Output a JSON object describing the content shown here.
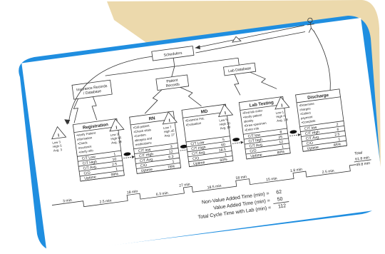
{
  "header": {
    "schedulers": "Schedulers",
    "insurance": "Insurance Records / Database",
    "patient": "Patient Records",
    "lab_db": "Lab Database"
  },
  "inventories": [
    {
      "low": "Low 3",
      "high": "High 5",
      "avg": "Avg. 3"
    },
    {
      "low": "Low 3",
      "high": "High 65",
      "avg": "Avg. 18"
    },
    {
      "low": "Low 7",
      "high": "High 45",
      "avg": "Avg. 27"
    },
    {
      "low": "Low 5",
      "high": "High 30",
      "avg": "Avg. 18"
    },
    {
      "low": "Low 1",
      "high": "High 4",
      "avg": "Avg. 1.8"
    }
  ],
  "processes": [
    {
      "title": "Registration",
      "tasks": [
        "•Verify Patient",
        "information",
        "•Check",
        "Insurance",
        "•Verify info"
      ],
      "metrics": [
        [
          "C/T Low",
          "1"
        ],
        [
          "C/T High",
          "10"
        ],
        [
          "C/T Avg.",
          "2.5"
        ],
        [
          "C/O",
          "1"
        ],
        [
          "Uptime",
          "99%"
        ]
      ]
    },
    {
      "title": "RN",
      "tasks": [
        "•Call patient",
        "•Check vitals",
        "•Confirm",
        "allergies and",
        "medications"
      ],
      "metrics": [
        [
          "C/T low",
          "3"
        ],
        [
          "C/T High",
          "12"
        ],
        [
          "C/T Avg.",
          "6.3"
        ],
        [
          "C/O",
          "1"
        ],
        [
          "Uptime",
          "78%"
        ]
      ]
    },
    {
      "title": "MD",
      "tasks": [
        "•Examine Pat.",
        "•Evaluation"
      ],
      "metrics": [
        [
          "C/T Low",
          "5"
        ],
        [
          "C/T High",
          "60"
        ],
        [
          "C/T Avg.",
          "18.5"
        ],
        [
          "C/O",
          "1"
        ],
        [
          "Uptime",
          "60%"
        ]
      ]
    },
    {
      "title": "Lab Testing",
      "tasks": [
        "•Find lab order",
        "•Verify patient",
        "identity",
        "•Draw specimen",
        "•Enter info"
      ],
      "metrics": [
        [
          "C/T low",
          "8"
        ],
        [
          "C/T high",
          "25"
        ],
        [
          "C/T Avg.",
          "12"
        ],
        [
          "C/O",
          "1"
        ],
        [
          "Uptime",
          "80%"
        ]
      ]
    },
    {
      "title": "Discharge",
      "tasks": [
        "•Determine",
        "charges",
        "•Collect",
        "payment",
        "•Complete"
      ],
      "metrics": [
        [
          "C/T low",
          "2"
        ],
        [
          "C/T High",
          "6"
        ],
        [
          "C/T Avg.",
          "2.5"
        ],
        [
          "C/O",
          "1"
        ],
        [
          "Uptime",
          "85%"
        ]
      ]
    }
  ],
  "timeline": {
    "wait": [
      "3 min",
      "18 min",
      "27 min",
      "18 min",
      "1.8 min"
    ],
    "process": [
      "2.5 min",
      "6.3 min",
      "18.5 min",
      "15 min",
      "2.5 min"
    ],
    "total_label": "Total",
    "total_wait": "61.8 min",
    "total_process": "49.8 min"
  },
  "summary": [
    {
      "label": "Non-Value Added Time (min) =",
      "value": "62"
    },
    {
      "label": "Value Added Time (min) =",
      "value": "50"
    },
    {
      "label": "Total Cycle Time with Lab (min) =",
      "value": "112"
    }
  ],
  "colors": {
    "frame_blue": "#1f8ee0",
    "frame_tan": "#ecd9ac",
    "paper": "#ffffff",
    "ink": "#222222"
  }
}
